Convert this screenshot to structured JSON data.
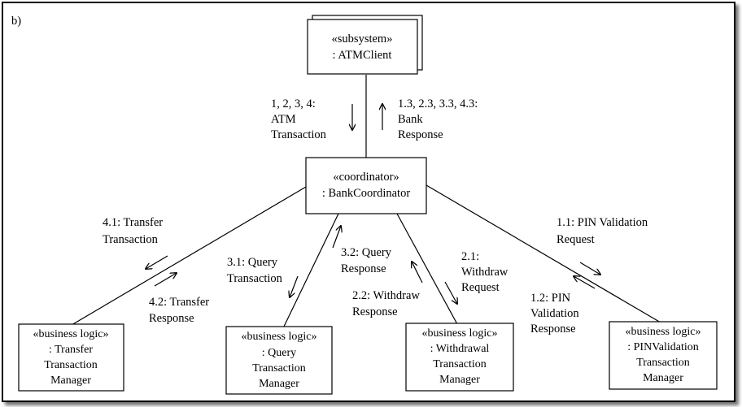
{
  "panel_label": "b)",
  "nodes": {
    "atm_client": {
      "stereotype": "«subsystem»",
      "name": ": ATMClient"
    },
    "bank_coordinator": {
      "stereotype": "«coordinator»",
      "name": ": BankCoordinator"
    },
    "transfer": {
      "stereotype": "«business logic»",
      "lines": [
        ": Transfer",
        "Transaction",
        "Manager"
      ]
    },
    "query": {
      "stereotype": "«business logic»",
      "lines": [
        ": Query",
        "Transaction",
        "Manager"
      ]
    },
    "withdrawal": {
      "stereotype": "«business logic»",
      "lines": [
        ": Withdrawal",
        "Transaction",
        "Manager"
      ]
    },
    "pin_validation": {
      "stereotype": "«business logic»",
      "lines": [
        ": PINValidation",
        "Transaction",
        "Manager"
      ]
    }
  },
  "messages": {
    "atm_transaction": [
      "1, 2, 3, 4:",
      "ATM",
      "Transaction"
    ],
    "bank_response": [
      "1.3, 2.3, 3.3, 4.3:",
      "Bank",
      "Response"
    ],
    "transfer_transaction": [
      "4.1: Transfer",
      "Transaction"
    ],
    "transfer_response": [
      "4.2: Transfer",
      "Response"
    ],
    "query_transaction": [
      "3.1: Query",
      "Transaction"
    ],
    "query_response": [
      "3.2: Query",
      "Response"
    ],
    "withdraw_request": [
      "2.1:",
      "Withdraw",
      "Request"
    ],
    "withdraw_response": [
      "2.2: Withdraw",
      "Response"
    ],
    "pin_request": [
      "1.1: PIN Validation",
      "Request"
    ],
    "pin_response": [
      "1.2: PIN",
      "Validation",
      "Response"
    ]
  }
}
